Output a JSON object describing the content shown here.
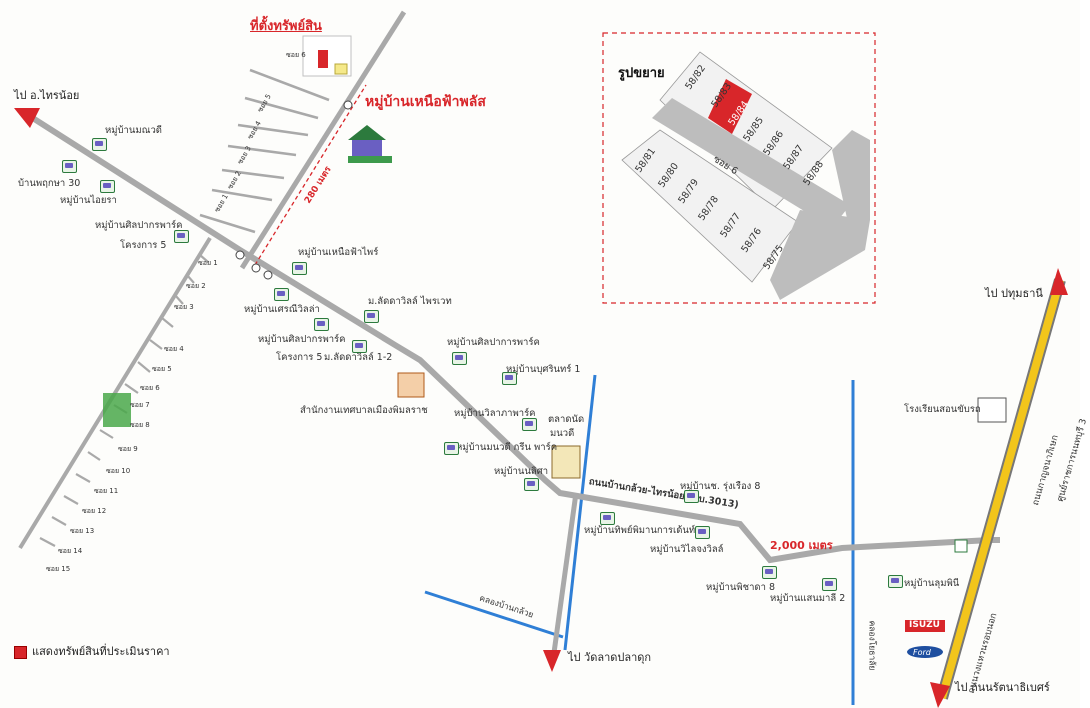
{
  "map": {
    "asset_location_title": "ที่ตั้งทรัพย์สิน",
    "village_name": "หมู่บ้านเหนือฟ้าพลัส",
    "enlarged_title": "รูปขยาย",
    "enlarged_lots": [
      "58/82",
      "58/83",
      "58/84",
      "58/85",
      "58/86",
      "58/87",
      "58/88",
      "58/81",
      "58/80",
      "58/79",
      "58/78",
      "58/77",
      "58/76",
      "58/75"
    ],
    "enlarged_lane": "ซอย 6",
    "distance_side_road": "280 เมตร",
    "distance_main": "2,000 เมตร",
    "roads": {
      "to_sai_noi": "ไป อ.ไทรน้อย",
      "to_pathum": "ไป ปทุมธานี",
      "to_wat": "ไป วัดลาดปลาดุก",
      "to_rattanathibet": "ไป ถนนรัตนาธิเบศร์",
      "main_road": "ถนนบ้านกล้วย-ไทรน้อย (นบ.3013)",
      "kanchanaphisek": "ถนนกาญจนาภิเษก",
      "canal1": "คลองบ้านกล้วย",
      "canal2": "คลองโยธาลัย",
      "outer_ring": "ถนนวงแหวนรอบนอก",
      "govt_center": "ศูนย์ราชการนนทบุรี 3"
    },
    "villages": [
      "หมู่บ้านมณวดี",
      "บ้านพฤกษา 30",
      "หมู่บ้านไอยรา",
      "หมู่บ้านศิลปากรพาร์ค",
      "โครงการ 5",
      "หมู่บ้านเหนือฟ้าไพร์",
      "ม.ลัดดาวิลล์ ไพรเวท",
      "หมู่บ้านเศรณีวิลล่า",
      "หมู่บ้านศิลปากรพาร์ค",
      "โครงการ 5",
      "ม.ลัดดาวิลล์ 1-2",
      "หมู่บ้านศิลปาการพาร์ค",
      "หมู่บ้านบุศรินทร์ 1",
      "สำนักงานเทศบาลเมืองพิมลราช",
      "หมู่บ้านวิลาภาพาร์ค",
      "ตลาดนัด",
      "มนวดี",
      "หมู่บ้านมนวดี กรีน พาร์ค",
      "หมู่บ้านนลิศา",
      "หมู่บ้านช. รุ่งเรือง 8",
      "หมู่บ้านทิพย์พิมานการเด้นท์",
      "หมู่บ้านวิไลจงวิลล์",
      "หมู่บ้านพิชาดา 8",
      "หมู่บ้านแสนมาลี 2",
      "โรงเรียนสอนขับรถ",
      "หมู่บ้านลุมพินี"
    ],
    "upper_lanes": [
      "ซอย 6",
      "ซอย 5",
      "ซอย 4",
      "ซอย 3",
      "ซอย 2",
      "ซอย 1"
    ],
    "lower_lanes": [
      "ซอย 1",
      "ซอย 2",
      "ซอย 3",
      "ซอย 4",
      "ซอย 5",
      "ซอย 6",
      "ซอย 7",
      "ซอย 8",
      "ซอย 9",
      "ซอย 10",
      "ซอย 11",
      "ซอย 12",
      "ซอย 13",
      "ซอย 14",
      "ซอย 15"
    ],
    "brands": [
      "ISUZU",
      "Ford"
    ],
    "legend": "แสดงทรัพย์สินที่ประเมินราคา",
    "colors": {
      "road": "#a9a9a9",
      "canal": "#2f7fd6",
      "highlight": "#d8262a",
      "highway": "#f2c51b"
    }
  }
}
